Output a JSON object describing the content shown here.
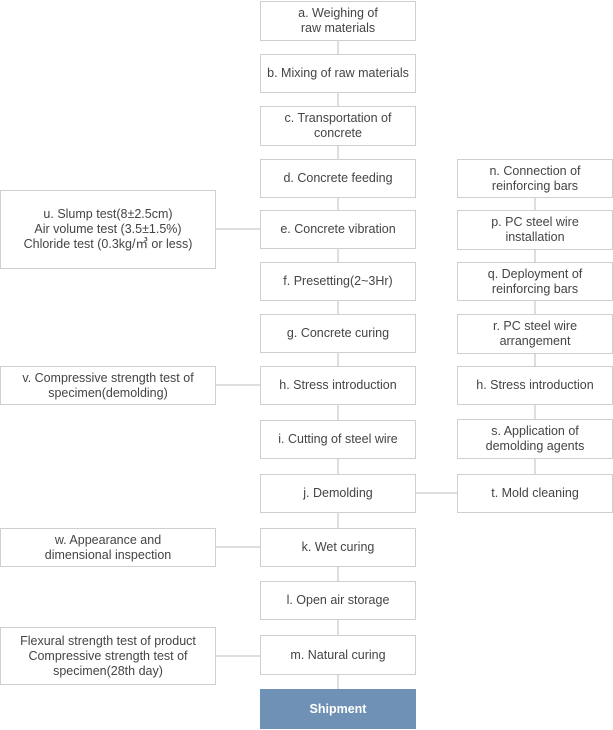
{
  "main_flow": [
    {
      "key": "a",
      "label": "a. Weighing of\nraw materials"
    },
    {
      "key": "b",
      "label": "b. Mixing of raw materials"
    },
    {
      "key": "c",
      "label": "c. Transportation of\nconcrete"
    },
    {
      "key": "d",
      "label": "d. Concrete feeding"
    },
    {
      "key": "e",
      "label": "e. Concrete vibration"
    },
    {
      "key": "f",
      "label": "f. Presetting(2~3Hr)"
    },
    {
      "key": "g",
      "label": "g. Concrete curing"
    },
    {
      "key": "h",
      "label": "h. Stress introduction"
    },
    {
      "key": "i",
      "label": "i.  Cutting of steel wire"
    },
    {
      "key": "j",
      "label": "j. Demolding"
    },
    {
      "key": "k",
      "label": "k. Wet curing"
    },
    {
      "key": "l",
      "label": "l. Open air storage"
    },
    {
      "key": "m",
      "label": "m. Natural curing"
    }
  ],
  "final_step": {
    "label": "Shipment"
  },
  "right_flow": [
    {
      "key": "n",
      "label": "n. Connection of\nreinforcing bars"
    },
    {
      "key": "p",
      "label": "p. PC steel wire\ninstallation"
    },
    {
      "key": "q",
      "label": "q. Deployment of\nreinforcing bars"
    },
    {
      "key": "r",
      "label": "r. PC steel wire\narrangement"
    },
    {
      "key": "h2",
      "label": "h. Stress introduction"
    },
    {
      "key": "s",
      "label": "s. Application of\ndemolding agents"
    },
    {
      "key": "t",
      "label": "t. Mold cleaning"
    }
  ],
  "left_tests": [
    {
      "key": "u",
      "label": "u. Slump test(8±2.5cm)\nAir volume test (3.5±1.5%)\nChloride test (0.3kg/㎥ or less)"
    },
    {
      "key": "v",
      "label": "v. Compressive strength test of\nspecimen(demolding)"
    },
    {
      "key": "w",
      "label": "w. Appearance and\ndimensional inspection"
    },
    {
      "key": "x",
      "label": "Flexural strength test of product\nCompressive strength test of\nspecimen(28th day)"
    }
  ],
  "colors": {
    "line": "#bdbdbd",
    "border": "#cfcfcf",
    "accent": "#6f91b5",
    "text": "#444444"
  }
}
